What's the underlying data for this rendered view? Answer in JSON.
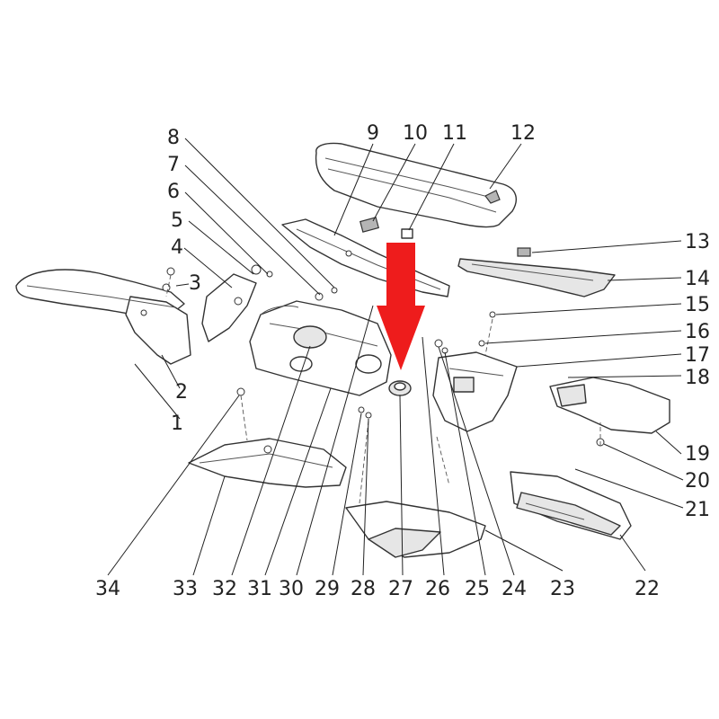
{
  "diagram": {
    "callouts": [
      "1",
      "2",
      "3",
      "4",
      "5",
      "6",
      "7",
      "8",
      "9",
      "10",
      "11",
      "12",
      "13",
      "14",
      "15",
      "16",
      "17",
      "18",
      "19",
      "20",
      "21",
      "22",
      "23",
      "24",
      "25",
      "26",
      "27",
      "28",
      "29",
      "30",
      "31",
      "32",
      "33",
      "34"
    ],
    "highlight_arrow": {
      "color": "#ee1c1c",
      "points_to": "27"
    },
    "colors": {
      "line": "#333333",
      "arrow": "#ee1c1c",
      "background": "#ffffff"
    }
  }
}
